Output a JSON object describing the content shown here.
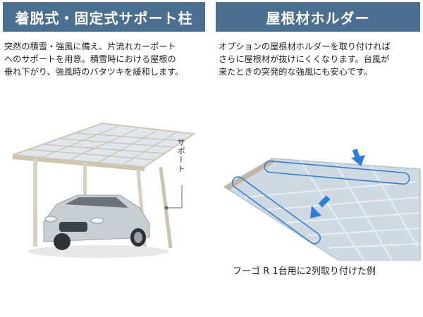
{
  "left": {
    "heading": "着脱式・固定式サポート柱",
    "description": "突然の積雪・強風に備え、片流れカーポート\nへのサポートを用意。積雪時における屋根の\n垂れ下がり、強風時のバタツキを緩和します。",
    "support_label": "サポート"
  },
  "right": {
    "heading": "屋根材ホルダー",
    "description": "オプションの屋根材ホルダーを取り付ければ\nさらに屋根材が抜けにくくなります。台風が\n来たときの突発的な強風にも安心です。",
    "caption": "フーゴ R 1台用に2列取り付けた例"
  },
  "colors": {
    "banner": "#4a6f91",
    "highlight": "#2f7fd6",
    "frame": "#d6d0bf",
    "roof": "#cfd9e2"
  }
}
